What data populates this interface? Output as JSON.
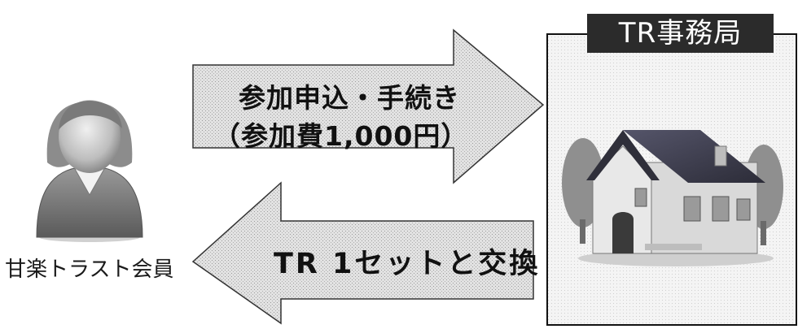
{
  "member": {
    "label": "甘楽トラスト会員"
  },
  "request_arrow": {
    "line1": "参加申込・手続き",
    "line2": "（参加費1,000円）"
  },
  "return_arrow": {
    "label": "TR 1セットと交換"
  },
  "office": {
    "title": "TR事務局"
  },
  "colors": {
    "arrow_fill": "#dcdcdc",
    "arrow_outline": "#333333",
    "title_bg": "#2b2b2b",
    "title_text": "#ffffff",
    "roof": "#3e3e4a",
    "wall": "#d9d9d9"
  },
  "icons": [
    "person-icon",
    "house-icon"
  ]
}
